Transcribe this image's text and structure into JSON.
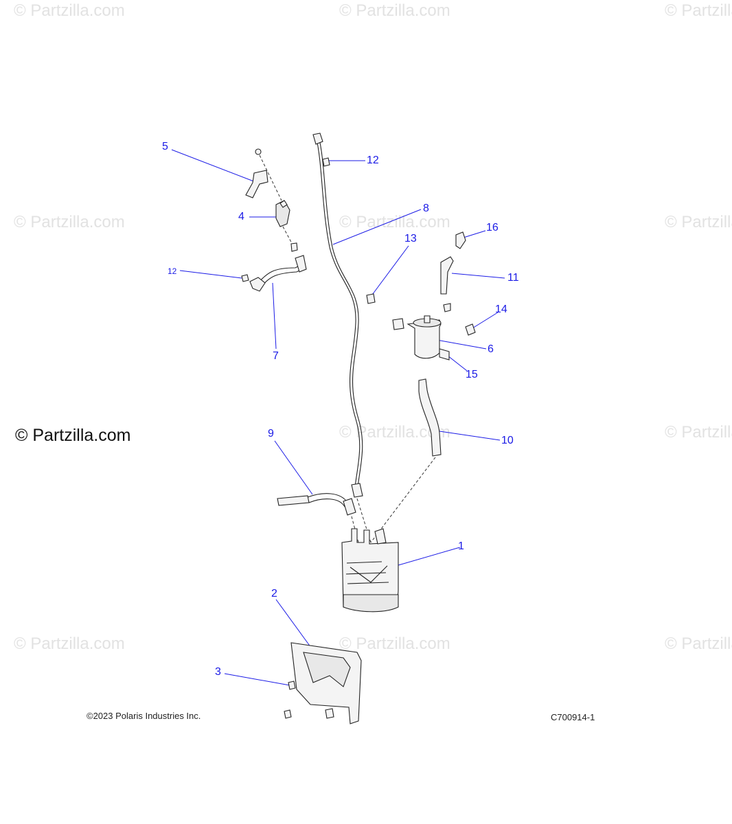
{
  "watermark": {
    "text": "© Partzilla.com",
    "main_text": "© Partzilla.com"
  },
  "footer": {
    "copyright": "©2023 Polaris Industries Inc.",
    "diagram_code": "C700914-1"
  },
  "callouts": [
    "1",
    "2",
    "3",
    "4",
    "5",
    "6",
    "7",
    "8",
    "9",
    "10",
    "11",
    "12",
    "12",
    "13",
    "14",
    "15",
    "16"
  ],
  "colors": {
    "callout": "#1a1ae6",
    "watermark": "#e2e2e2"
  }
}
